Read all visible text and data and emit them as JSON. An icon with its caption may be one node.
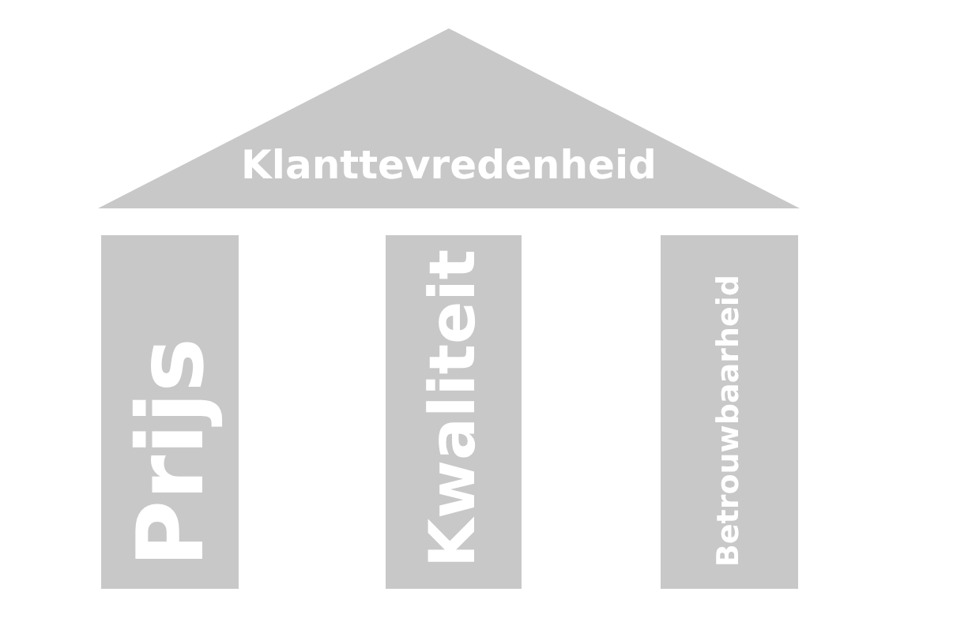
{
  "diagram": {
    "nodes": [
      {
        "text": [
          "Klanttevredenheid"
        ]
      },
      {
        "text": [
          "Prijs"
        ]
      },
      {
        "text": [
          "Kwaliteit"
        ]
      },
      {
        "text": [
          "Betrouwbaarheid"
        ]
      }
    ],
    "edges": []
  }
}
